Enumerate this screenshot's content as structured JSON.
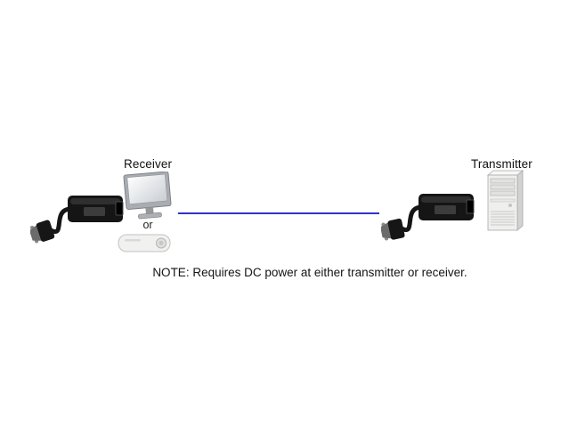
{
  "diagram": {
    "left": {
      "label": "Receiver",
      "device_icon": "vga-catx-extender-receiver",
      "display_icon": "monitor-icon",
      "or_label": "or",
      "alt_display_icon": "projector-icon"
    },
    "right": {
      "label": "Transmitter",
      "device_icon": "vga-catx-extender-transmitter",
      "host_icon": "computer-tower-icon"
    },
    "cable": {
      "icon": "catx-cable-line",
      "color": "#3232cc"
    },
    "note": "NOTE: Requires DC power at either transmitter or receiver."
  }
}
